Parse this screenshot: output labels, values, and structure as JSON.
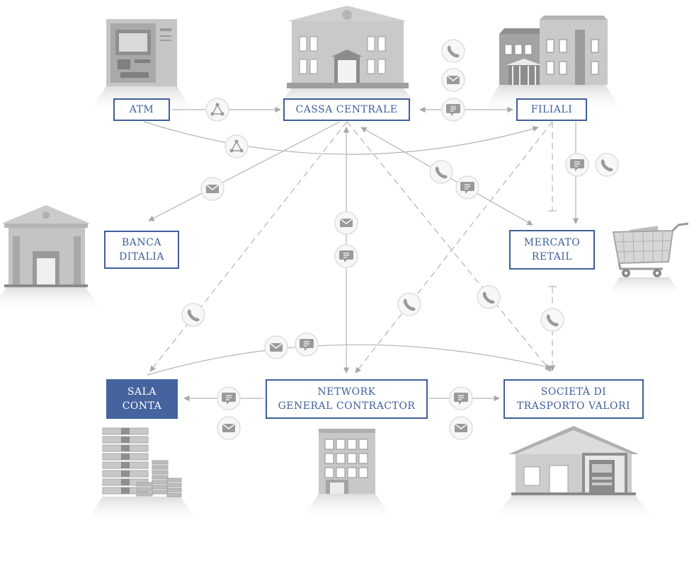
{
  "nodes": {
    "atm": {
      "lines": [
        "ATM"
      ]
    },
    "cassa": {
      "lines": [
        "CASSA CENTRALE"
      ]
    },
    "filiali": {
      "lines": [
        "FILIALI"
      ]
    },
    "banca": {
      "lines": [
        "BANCA",
        "DITALIA"
      ]
    },
    "mercato": {
      "lines": [
        "MERCATO",
        "RETAIL"
      ]
    },
    "sala": {
      "lines": [
        "SALA",
        "CONTA"
      ]
    },
    "network": {
      "lines": [
        "NETWORK",
        "GENERAL CONTRACTOR"
      ]
    },
    "societa": {
      "lines": [
        "SOCIETÀ DI",
        "TRASPORTO VALORI"
      ]
    }
  },
  "colors": {
    "box_border": "#3f5f9b",
    "box_text": "#3f5f9b",
    "box_filled": "#44639f",
    "line": "#b0b0b0",
    "icon": "#9a9a9a"
  },
  "icons": {
    "channel_types": [
      "phone-icon",
      "mail-icon",
      "chat-icon",
      "network-icon"
    ],
    "illustrations": [
      "atm-machine",
      "central-bank-building",
      "branch-offices-building",
      "bank-of-italy-building",
      "shopping-cart",
      "money-stacks",
      "office-building",
      "warehouse-with-truck"
    ]
  }
}
